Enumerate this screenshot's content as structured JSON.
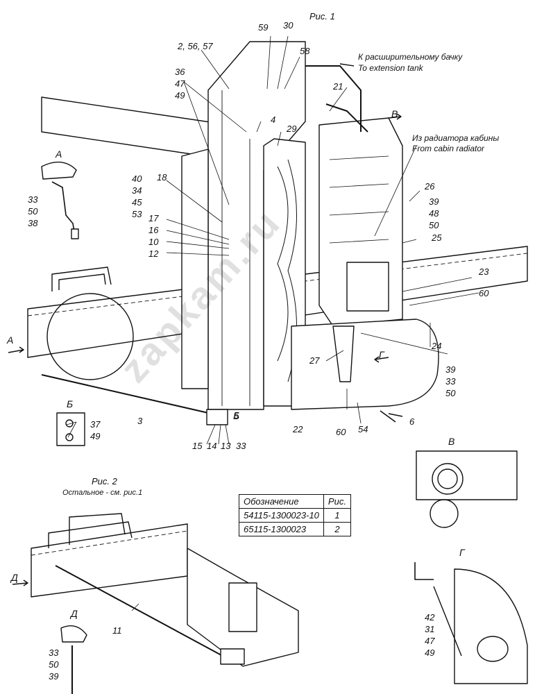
{
  "figure1": {
    "caption": "Рис. 1"
  },
  "figure2": {
    "caption": "Рис. 2",
    "note": "Остальное - см. рис.1"
  },
  "callouts": {
    "to_tank_ru": "К расширительному бачку",
    "to_tank_en": "To extension tank",
    "from_cab_ru": "Из радиатора кабины",
    "from_cab_en": "From cabin radiator"
  },
  "labels": {
    "l_2_56_57": "2, 56, 57",
    "l_59": "59",
    "l_30": "30",
    "l_58": "58",
    "l_21": "21",
    "l_4": "4",
    "l_29": "29",
    "l_18": "18",
    "l_26": "26",
    "l_25": "25",
    "l_23": "23",
    "l_60a": "60",
    "l_24": "24",
    "l_27": "27",
    "l_3": "3",
    "l_22": "22",
    "l_60b": "60",
    "l_54": "54",
    "l_6": "6",
    "l_5": "5",
    "l_15": "15",
    "l_14": "14",
    "l_13": "13",
    "l_33b": "33",
    "l_11": "11"
  },
  "stacks": {
    "s_36_47_49": [
      "36",
      "47",
      "49"
    ],
    "s_40_34_45_53": [
      "40",
      "34",
      "45",
      "53"
    ],
    "s_17_16_10_12": [
      "17",
      "16",
      "10",
      "12"
    ],
    "s_39_48_50": [
      "39",
      "48",
      "50"
    ],
    "s_39_33_50": [
      "39",
      "33",
      "50"
    ],
    "s_A_33_50_38": [
      "33",
      "50",
      "38"
    ],
    "s_B_37_49": [
      "37",
      "49"
    ],
    "s_D_33_50_39": [
      "33",
      "50",
      "39"
    ],
    "s_G_42_31_47_49": [
      "42",
      "31",
      "47",
      "49"
    ]
  },
  "views": {
    "A_top": "А",
    "A_arrow": "А",
    "B_top": "Б",
    "B_mark": "Б",
    "V_top": "В",
    "V_arrow": "В",
    "G_top": "Г",
    "G_arrow": "Г",
    "D_top": "Д",
    "D_arrow": "Д"
  },
  "designation_table": {
    "headers": [
      "Обозначение",
      "Рис."
    ],
    "rows": [
      [
        "54115-1300023-10",
        "1"
      ],
      [
        "65115-1300023",
        "2"
      ]
    ]
  },
  "watermark": "zapkam.ru"
}
